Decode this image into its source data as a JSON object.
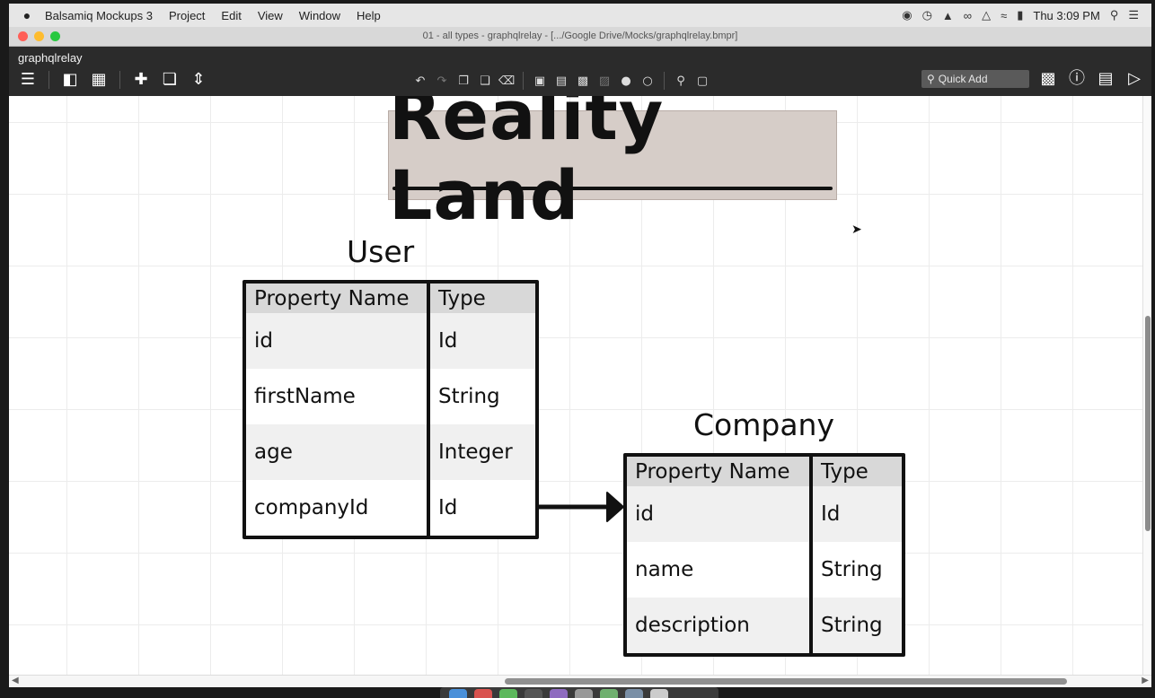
{
  "menubar": {
    "apple_icon": "apple-icon",
    "items": [
      "Balsamiq Mockups 3",
      "Project",
      "Edit",
      "View",
      "Window",
      "Help"
    ],
    "clock": "Thu 3:09 PM"
  },
  "window": {
    "title": "01 - all types - graphqlrelay - [.../Google Drive/Mocks/graphqlrelay.bmpr]",
    "lights": [
      "#ff5f57",
      "#febc2e",
      "#28c840"
    ]
  },
  "app": {
    "project_name": "graphqlrelay",
    "quick_add_placeholder": "Quick Add"
  },
  "mockup": {
    "title": "Reality Land",
    "user": {
      "name": "User",
      "headers": [
        "Property Name",
        "Type"
      ],
      "rows": [
        [
          "id",
          "Id"
        ],
        [
          "firstName",
          "String"
        ],
        [
          "age",
          "Integer"
        ],
        [
          "companyId",
          "Id"
        ]
      ]
    },
    "company": {
      "name": "Company",
      "headers": [
        "Property Name",
        "Type"
      ],
      "rows": [
        [
          "id",
          "Id"
        ],
        [
          "name",
          "String"
        ],
        [
          "description",
          "String"
        ]
      ]
    }
  }
}
